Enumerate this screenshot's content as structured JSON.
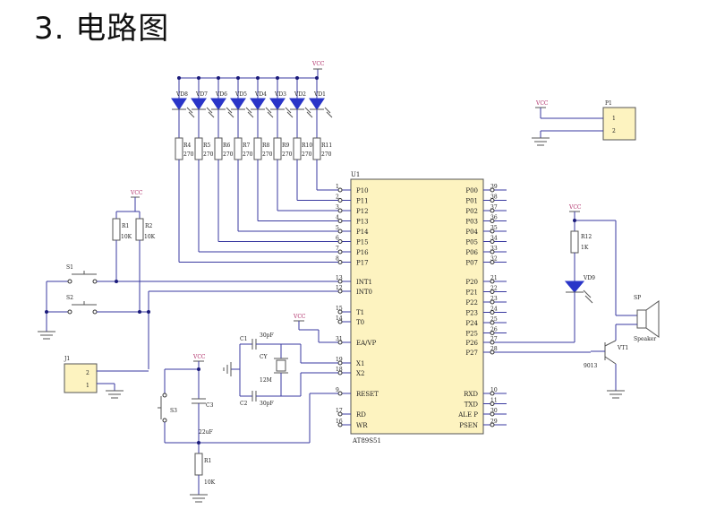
{
  "title": "3. 电路图",
  "vcc_label": "VCC",
  "leds": [
    "VD8",
    "VD7",
    "VD6",
    "VD5",
    "VD4",
    "VD3",
    "VD2",
    "VD1"
  ],
  "resistors": [
    {
      "name": "R4",
      "value": "270"
    },
    {
      "name": "R5",
      "value": "270"
    },
    {
      "name": "R6",
      "value": "270"
    },
    {
      "name": "R7",
      "value": "270"
    },
    {
      "name": "R8",
      "value": "270"
    },
    {
      "name": "R9",
      "value": "270"
    },
    {
      "name": "R10",
      "value": "270"
    },
    {
      "name": "R11",
      "value": "270"
    }
  ],
  "chip": {
    "ref": "U1",
    "part": "AT89S51",
    "left_pins": [
      {
        "num": "1",
        "name": "P10"
      },
      {
        "num": "2",
        "name": "P11"
      },
      {
        "num": "3",
        "name": "P12"
      },
      {
        "num": "4",
        "name": "P13"
      },
      {
        "num": "5",
        "name": "P14"
      },
      {
        "num": "6",
        "name": "P15"
      },
      {
        "num": "7",
        "name": "P16"
      },
      {
        "num": "8",
        "name": "P17"
      },
      {
        "num": "13",
        "name": "INT1"
      },
      {
        "num": "12",
        "name": "INT0"
      },
      {
        "num": "15",
        "name": "T1"
      },
      {
        "num": "14",
        "name": "T0"
      },
      {
        "num": "31",
        "name": "EA/VP"
      },
      {
        "num": "19",
        "name": "X1"
      },
      {
        "num": "18",
        "name": "X2"
      },
      {
        "num": "9",
        "name": "RESET"
      },
      {
        "num": "17",
        "name": "RD"
      },
      {
        "num": "16",
        "name": "WR"
      }
    ],
    "right_pins": [
      {
        "num": "39",
        "name": "P00"
      },
      {
        "num": "38",
        "name": "P01"
      },
      {
        "num": "37",
        "name": "P02"
      },
      {
        "num": "36",
        "name": "P03"
      },
      {
        "num": "35",
        "name": "P04"
      },
      {
        "num": "34",
        "name": "P05"
      },
      {
        "num": "33",
        "name": "P06"
      },
      {
        "num": "32",
        "name": "P07"
      },
      {
        "num": "21",
        "name": "P20"
      },
      {
        "num": "22",
        "name": "P21"
      },
      {
        "num": "23",
        "name": "P22"
      },
      {
        "num": "24",
        "name": "P23"
      },
      {
        "num": "25",
        "name": "P24"
      },
      {
        "num": "26",
        "name": "P25"
      },
      {
        "num": "27",
        "name": "P26"
      },
      {
        "num": "28",
        "name": "P27"
      },
      {
        "num": "10",
        "name": "RXD"
      },
      {
        "num": "11",
        "name": "TXD"
      },
      {
        "num": "30",
        "name": "ALE P"
      },
      {
        "num": "29",
        "name": "PSEN"
      }
    ]
  },
  "pullups": [
    {
      "name": "R1",
      "value": "10K"
    },
    {
      "name": "R2",
      "value": "10K"
    }
  ],
  "switches": [
    "S1",
    "S2",
    "S3"
  ],
  "connector_j1": {
    "ref": "J1",
    "pins": [
      "2",
      "1"
    ]
  },
  "connector_p1": {
    "ref": "P1",
    "pins": [
      "1",
      "2"
    ]
  },
  "crystal": {
    "caps": [
      {
        "name": "C1",
        "value": "30pF"
      },
      {
        "name": "C2",
        "value": "30pF"
      }
    ],
    "ref": "CY",
    "freq": "12M"
  },
  "reset": {
    "cap": "C3",
    "cap_value": "22uF",
    "res": "R1",
    "res_value": "10K"
  },
  "buzzer": {
    "res": "R12",
    "res_value": "1K",
    "led": "VD9",
    "speaker": "SP",
    "speaker_label": "Speaker",
    "transistor": "VT1",
    "transistor_part": "9013"
  }
}
